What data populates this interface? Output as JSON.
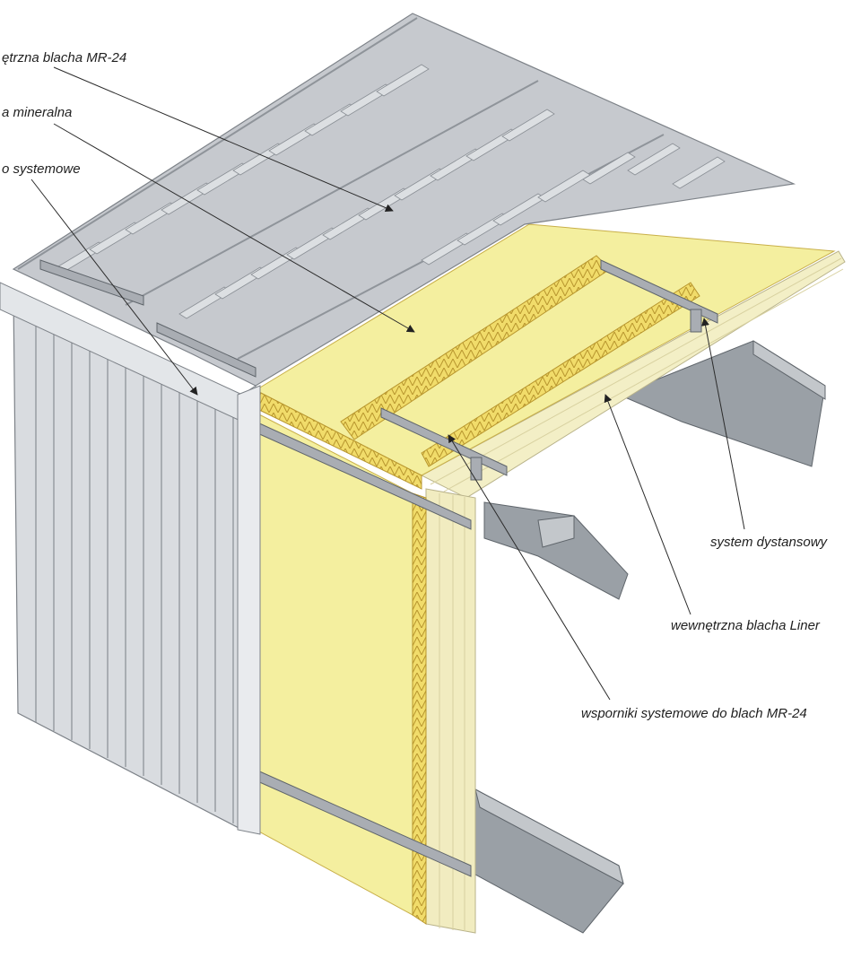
{
  "labels": {
    "outer_sheet": "ętrzna blacha MR-24",
    "mineral_wool": "a mineralna",
    "system_bracket": "o systemowe",
    "spacer_system": "system dystansowy",
    "inner_liner": "wewnętrzna blacha Liner",
    "brackets_mr24": "wsporniki systemowe do blach MR-24"
  },
  "colors": {
    "insulation": "#f4ef9f",
    "insulation_edge": "#c9b04a",
    "steel": "#a9adb3",
    "steel_dark": "#7d8288",
    "roof_sheet": "#c6c9ce",
    "wall_sheet": "#d9dce0",
    "liner": "#f3efc6",
    "leader": "#2b2b2b"
  }
}
